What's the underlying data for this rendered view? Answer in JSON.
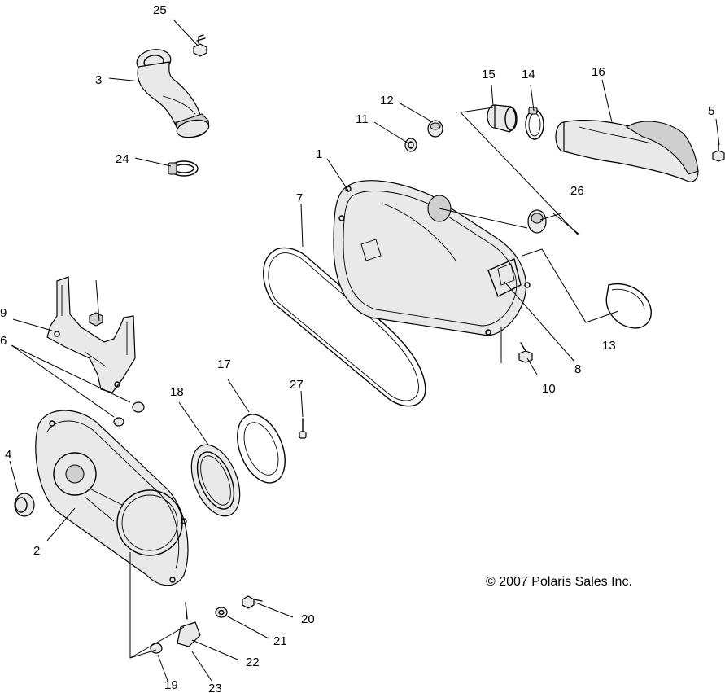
{
  "callouts": {
    "c1": "1",
    "c2": "2",
    "c3": "3",
    "c4": "4",
    "c5": "5",
    "c6": "6",
    "c7": "7",
    "c8": "8",
    "c9": "9",
    "c10": "10",
    "c11": "11",
    "c12": "12",
    "c13": "13",
    "c14": "14",
    "c15": "15",
    "c16": "16",
    "c17": "17",
    "c18": "18",
    "c19": "19",
    "c20": "20",
    "c21": "21",
    "c22": "22",
    "c23": "23",
    "c24": "24",
    "c25": "25",
    "c26": "26",
    "c27": "27"
  },
  "copyright": "© 2007 Polaris Sales Inc."
}
